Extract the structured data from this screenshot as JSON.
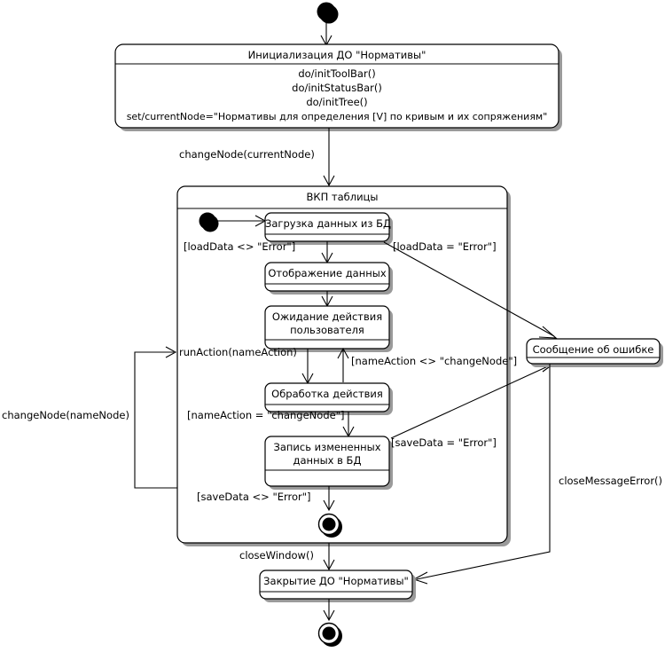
{
  "diagram": {
    "type": "uml-state-machine",
    "title": "Диаграмма состояний ДО \"Нормативы\""
  },
  "states": {
    "initial_node": {
      "name": "initial-state",
      "label": ""
    },
    "init_do": {
      "title": "Инициализация ДО \"Нормативы\"",
      "body": [
        "do/initToolBar()",
        "do/initStatusBar()",
        "do/initTree()",
        "set/currentNode=\"Нормативы для определения [V] по кривым и их сопряжениям\""
      ]
    },
    "composite": {
      "title": "ВКП таблицы"
    },
    "load_data": {
      "title": "Загрузка данных из БД"
    },
    "show_data": {
      "title": "Отображение данных"
    },
    "wait_action": {
      "title": "Ожидание действия пользователя"
    },
    "process_action": {
      "title": "Обработка действия"
    },
    "save_data": {
      "title": "Запись измененных данных в БД"
    },
    "error_message": {
      "title": "Сообщение об ошибке"
    },
    "close_do": {
      "title": "Закрытие ДО \"Нормативы\""
    },
    "inner_final": {
      "name": "inner-final-state",
      "label": ""
    },
    "outer_final": {
      "name": "outer-final-state",
      "label": ""
    }
  },
  "transitions": {
    "t_change_node_current": "changeNode(currentNode)",
    "t_load_ok": "[loadData <> \"Error\"]",
    "t_load_error": "[loadData = \"Error\"]",
    "t_run_action": "runAction(nameAction)",
    "t_name_action_ne": "[nameAction <> \"changeNode\"]",
    "t_name_action_eq": "[nameAction = \"changeNode\"]",
    "t_save_error": "[saveData = \"Error\"]",
    "t_save_ok": "[saveData <> \"Error\"]",
    "t_change_node_name": "changeNode(nameNode)",
    "t_close_window": "closeWindow()",
    "t_close_message_error": "closeMessageError()"
  },
  "colors": {
    "line": "#000000",
    "fill": "#ffffff",
    "shadow": "#9a9a9a"
  }
}
